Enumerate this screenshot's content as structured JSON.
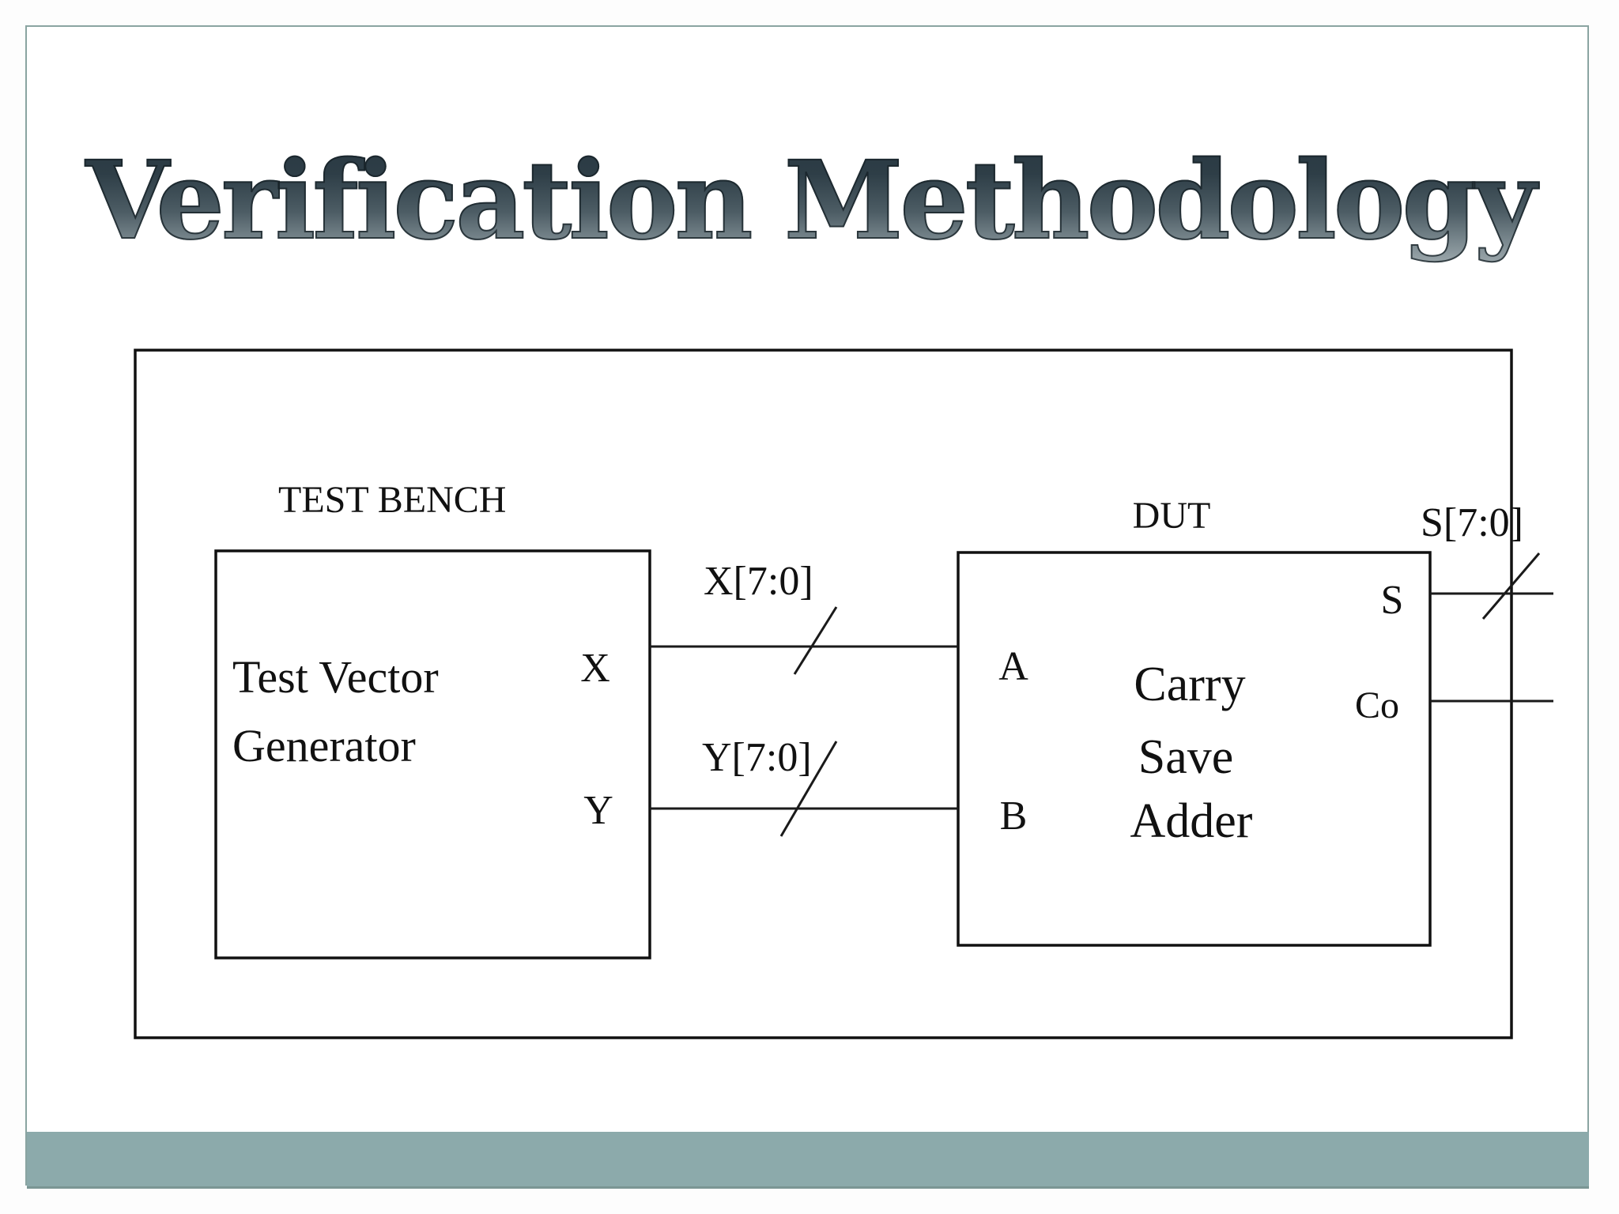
{
  "slide": {
    "title": "Verification Methodology",
    "accent_bar_color": "#8caaab",
    "frame_border_color": "#8aa4a1",
    "diagram_line_color": "#1a1a1a"
  },
  "diagram": {
    "testbench": {
      "label": "TEST BENCH",
      "generator": {
        "name_line1": "Test Vector",
        "name_line2": "Generator",
        "ports": {
          "x": "X",
          "y": "Y"
        }
      }
    },
    "dut": {
      "label": "DUT",
      "block_name_line1": "Carry",
      "block_name_line2": "Save",
      "block_name_line3": "Adder",
      "ports": {
        "a": "A",
        "b": "B",
        "s": "S",
        "co": "Co"
      }
    },
    "buses": {
      "x_bus_label": "X[7:0]",
      "y_bus_label": "Y[7:0]",
      "s_bus_label": "S[7:0]"
    }
  }
}
